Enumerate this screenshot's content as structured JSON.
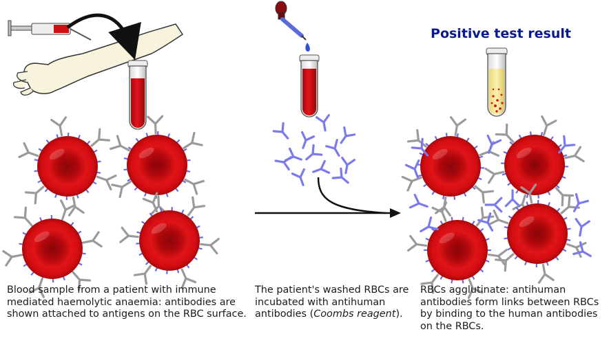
{
  "result_title": "Positive test result",
  "captions": {
    "step1": "Blood sample from a patient with immune mediated haemolytic anaemia: antibodies are shown attached to antigens on the RBC surface.",
    "step2_main": "The patient's washed RBCs are incubated with antihuman antibodies (",
    "step2_italic": "Coombs reagent",
    "step2_end": ").",
    "step3": "RBCs agglutinate: antihuman antibodies form links between RBCs by binding to the human antibodies on the RBCs."
  },
  "colors": {
    "rbc": "#d40d12",
    "antigen": "#6a6adf",
    "patient_antibody": "#9a9a9a",
    "antihuman_antibody": "#7a7aee",
    "title": "#0a1a8c"
  }
}
